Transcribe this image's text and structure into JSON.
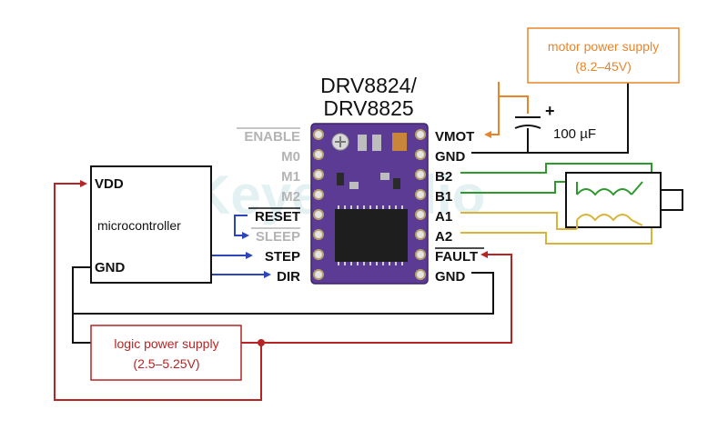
{
  "title_line1": "DRV8824/",
  "title_line2": "DRV8825",
  "watermark": "Keyestudio",
  "microcontroller": {
    "vdd": "VDD",
    "label": "microcontroller",
    "gnd": "GND"
  },
  "motor_supply": {
    "line1": "motor power supply",
    "line2": "(8.2–45V)"
  },
  "logic_supply": {
    "line1": "logic power supply",
    "line2": "(2.5–5.25V)"
  },
  "capacitor": {
    "plus": "+",
    "value": "100 µF"
  },
  "pins_left": {
    "enable": "ENABLE",
    "m0": "M0",
    "m1": "M1",
    "m2": "M2",
    "reset": "RESET",
    "sleep": "SLEEP",
    "step": "STEP",
    "dir": "DIR"
  },
  "pins_right": {
    "vmot": "VMOT",
    "gnd1": "GND",
    "b2": "B2",
    "b1": "B1",
    "a1": "A1",
    "a2": "A2",
    "fault": "FAULT",
    "gnd2": "GND"
  },
  "colors": {
    "orange": "#e8852a",
    "red": "#b62424",
    "blue": "#2c45b8",
    "green": "#2e9a2e",
    "yellow": "#d8b43a",
    "board": "#5b3b94"
  }
}
